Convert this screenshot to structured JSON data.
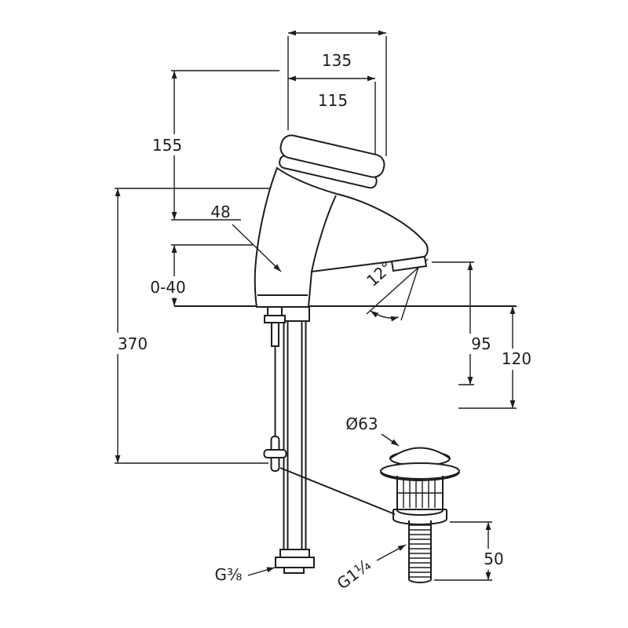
{
  "drawing": {
    "background": "#ffffff",
    "line_color": "#1d1d1b",
    "labels": {
      "d135": "135",
      "d115": "115",
      "d155": "155",
      "d48": "48",
      "d0_40": "0-40",
      "d370": "370",
      "angle12": "12°",
      "d95": "95",
      "d120": "120",
      "dia63": "Ø63",
      "d50": "50",
      "thread_supply": "G⅜",
      "thread_waste": "G1¼"
    }
  }
}
